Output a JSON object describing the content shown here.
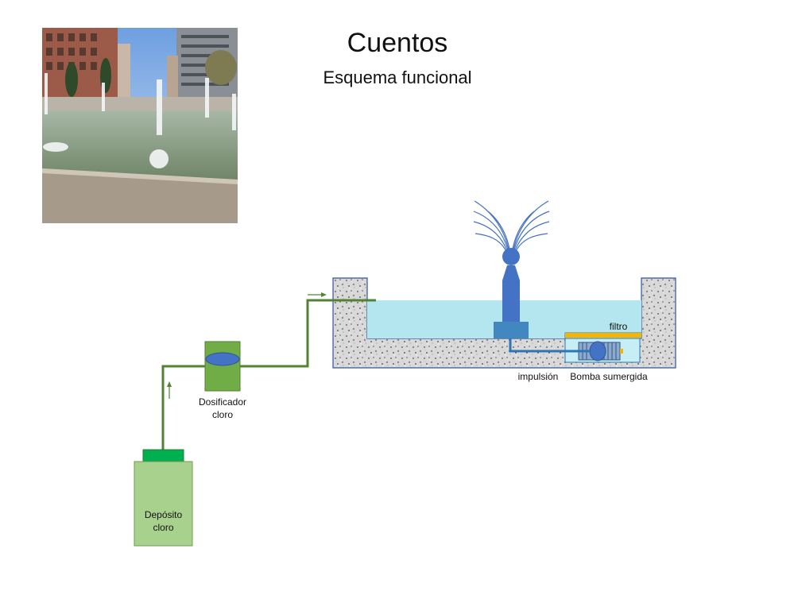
{
  "title": "Cuentos",
  "subtitle": "Esquema funcional",
  "photo": {
    "icon": "fountain-photo"
  },
  "labels": {
    "filtro": "filtro",
    "impulsion": "impulsión",
    "bomba": "Bomba sumergida",
    "dosificador_line1": "Dosificador",
    "dosificador_line2": "cloro",
    "deposito_line1": "Depósito",
    "deposito_line2": "cloro"
  },
  "colors": {
    "pipe_green": "#548235",
    "dosificador_green": "#70ad47",
    "deposito_green": "#a9d18e",
    "cap_green": "#00b050",
    "water": "#b4e6ef",
    "fountain_blue": "#4472c4",
    "jet_blue": "#2e75b6",
    "filter_yellow": "#f4b400"
  }
}
